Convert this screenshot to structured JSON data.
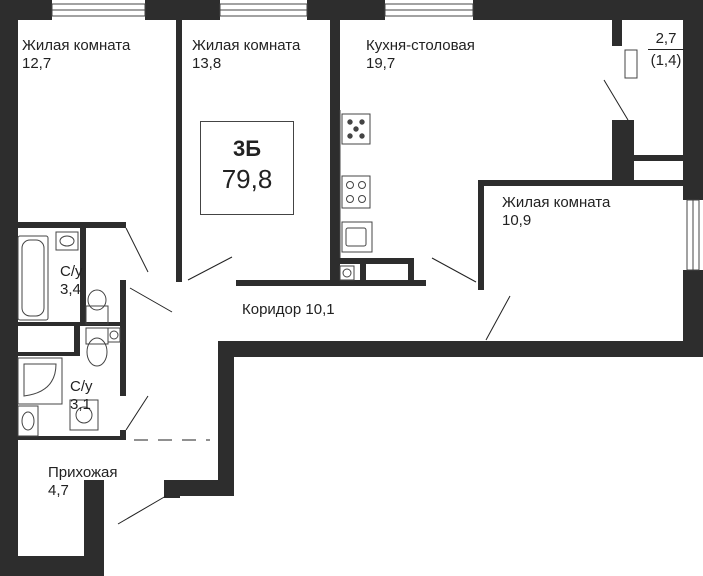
{
  "apartment": {
    "code": "3Б",
    "total_area": "79,8"
  },
  "rooms": [
    {
      "id": "living-1",
      "name": "Жилая комната",
      "area": "12,7"
    },
    {
      "id": "living-2",
      "name": "Жилая комната",
      "area": "13,8"
    },
    {
      "id": "kitchen",
      "name": "Кухня-столовая",
      "area": "19,7"
    },
    {
      "id": "living-3",
      "name": "Жилая комната",
      "area": "10,9"
    },
    {
      "id": "bath-1",
      "name": "С/у",
      "area": "3,4"
    },
    {
      "id": "bath-2",
      "name": "С/у",
      "area": "3,1"
    },
    {
      "id": "corridor",
      "name": "Коридор",
      "area": "10,1"
    },
    {
      "id": "hall",
      "name": "Прихожая",
      "area": "4,7"
    }
  ],
  "balcony": {
    "area": "2,7",
    "reduced_area": "(1,4)"
  },
  "colors": {
    "wall": "#2d2d2d",
    "background": "#ffffff",
    "line": "#222222"
  }
}
